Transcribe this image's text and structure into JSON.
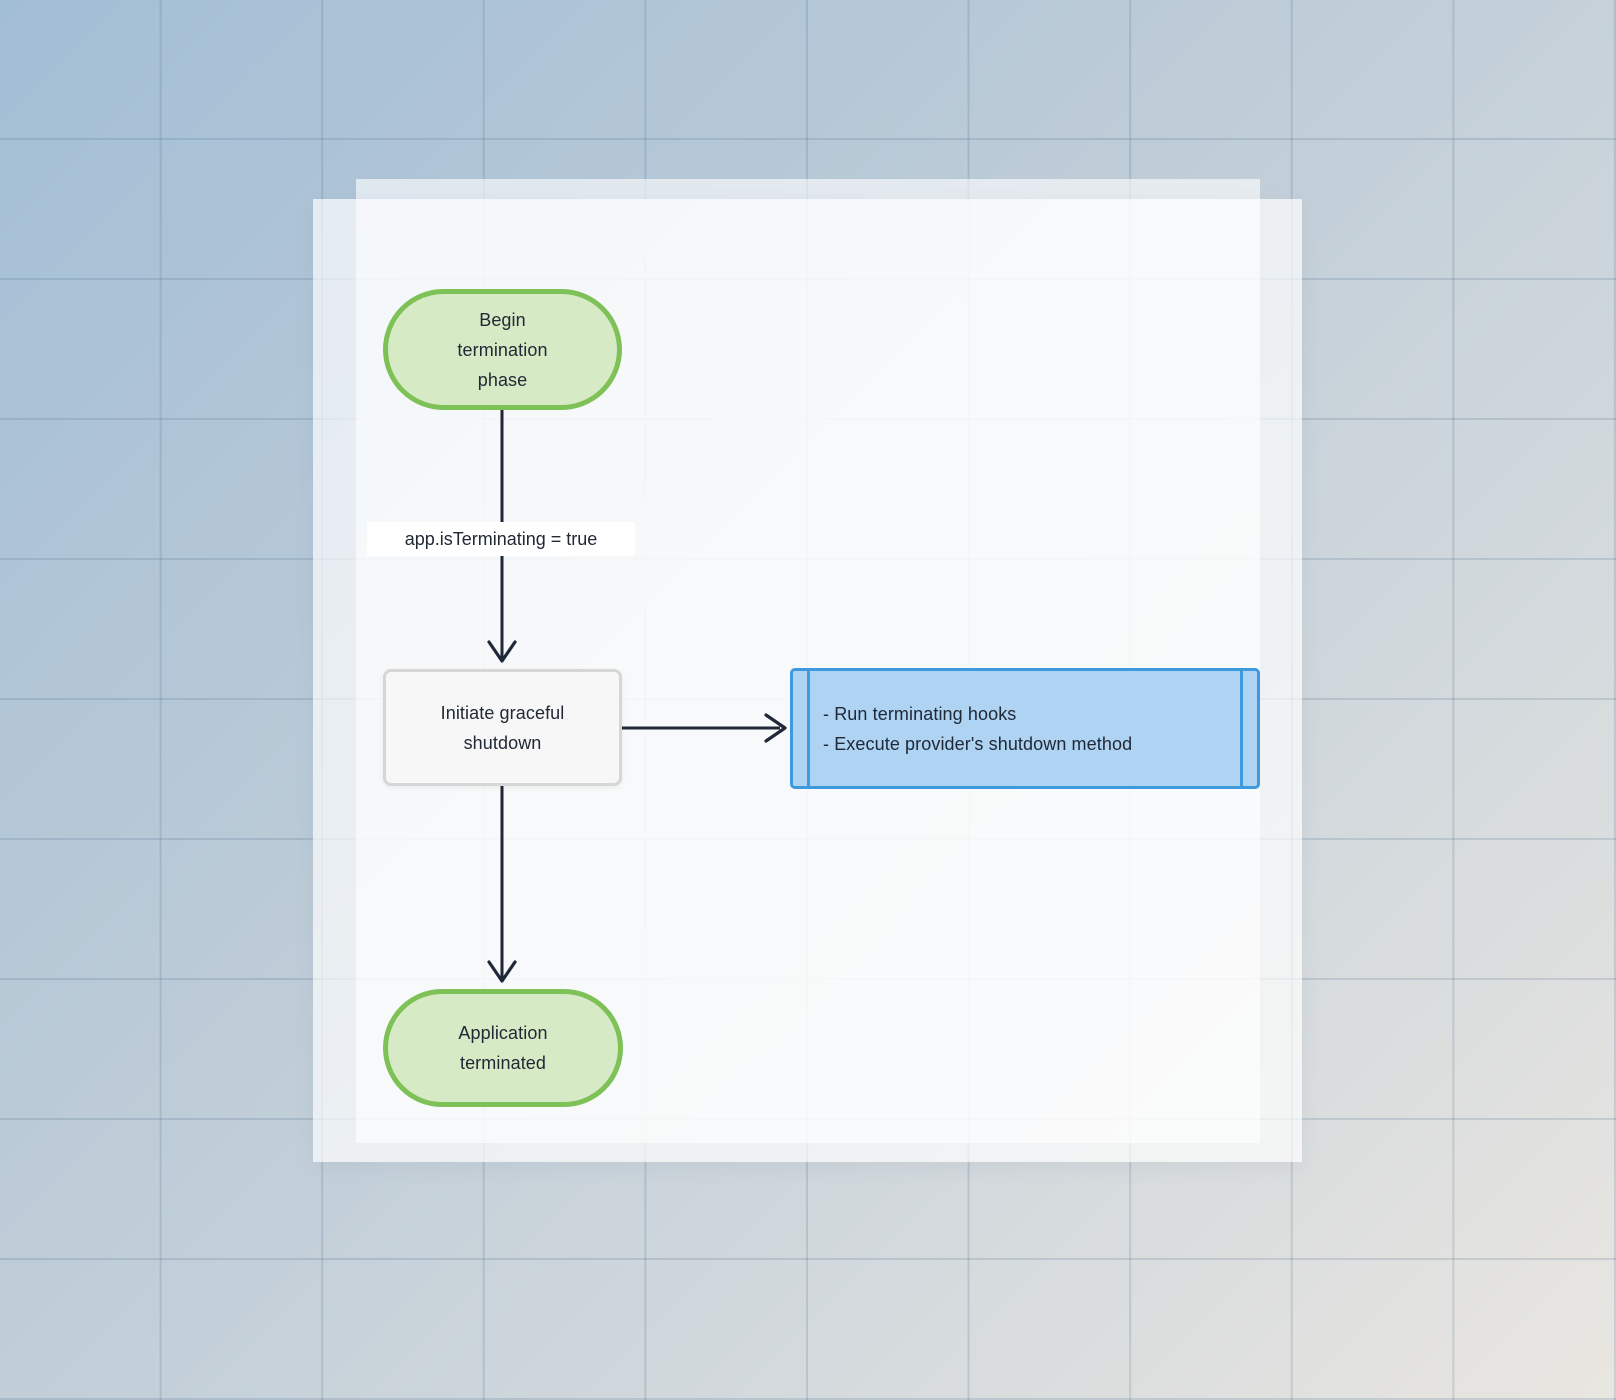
{
  "background": {
    "gradient_top_left": "#a2bed5",
    "gradient_bottom_right": "#e9e6e1",
    "grid_line_color": "rgba(74,108,140,0.20)"
  },
  "diagram": {
    "nodes": {
      "begin": {
        "type": "stadium",
        "lines": [
          "Begin",
          "termination",
          "phase"
        ]
      },
      "initiate": {
        "type": "process",
        "lines": [
          "Initiate graceful",
          "shutdown"
        ]
      },
      "hooks": {
        "type": "subroutine",
        "lines": [
          "- Run terminating hooks",
          "- Execute provider's shutdown method"
        ]
      },
      "terminated": {
        "type": "stadium",
        "lines": [
          "Application",
          "terminated"
        ]
      }
    },
    "edge_labels": {
      "begin_to_initiate": "app.isTerminating = true"
    },
    "colors": {
      "stadium_fill": "#d6eac6",
      "stadium_border": "#7ec157",
      "process_fill": "#f7f7f7",
      "process_border": "#d6d6d6",
      "subroutine_fill": "#aed3f3",
      "subroutine_border": "#3d9add",
      "edge": "#1e2838",
      "text": "#212936"
    }
  }
}
